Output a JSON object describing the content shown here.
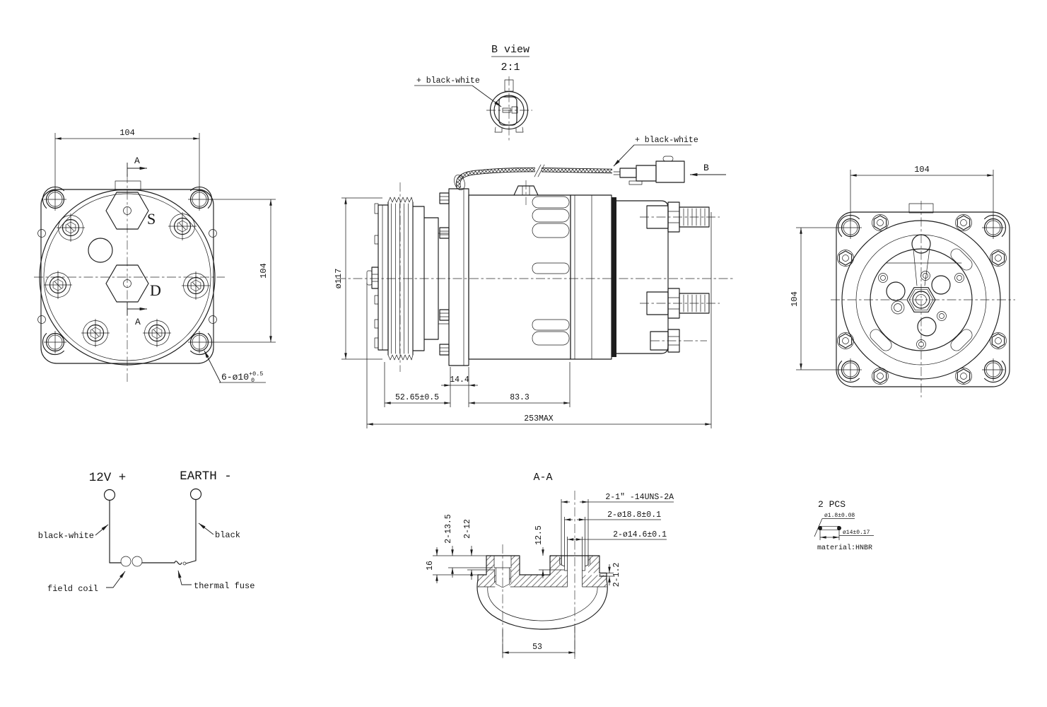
{
  "b_view": {
    "title": "B view",
    "scale": "2:1",
    "label_wire": "+ black-white"
  },
  "front_view": {
    "dim_top": "104",
    "dim_right": "104",
    "arrow_top": "A",
    "arrow_bottom": "A",
    "port_s": "S",
    "port_d": "D",
    "callout_holes": "6-ø10",
    "tol_upper": "+0.5",
    "tol_lower": "0"
  },
  "side_view": {
    "dim_pulley": "ø117",
    "label_wire": "+ black-white",
    "arrow_b": "B",
    "dim_clutch": "52.65±0.5",
    "dim_gap": "14.4",
    "dim_body": "83.3",
    "dim_total": "253MAX"
  },
  "rear_view": {
    "dim_top": "104",
    "dim_left": "104"
  },
  "wiring": {
    "terminal_pos": "12V +",
    "terminal_neg": "EARTH -",
    "label_pos_wire": "black-white",
    "label_neg_wire": "black",
    "label_coil": "field coil",
    "label_fuse": "thermal fuse"
  },
  "section": {
    "title": "A-A",
    "callout_thread": "2-1\" -14UNS-2A",
    "callout_bore": "2-ø18.8±0.1",
    "callout_hole": "2-ø14.6±0.1",
    "dim_depth1": "2-13.5",
    "dim_depth2": "2-12",
    "dim_counter": "12.5",
    "dim_height": "16",
    "dim_lip": "2-1.2",
    "dim_span": "53"
  },
  "oring": {
    "qty": "2 PCS",
    "dim_cs": "ø1.8±0.08",
    "dim_id": "ø14±0.17",
    "material": "material:HNBR"
  }
}
